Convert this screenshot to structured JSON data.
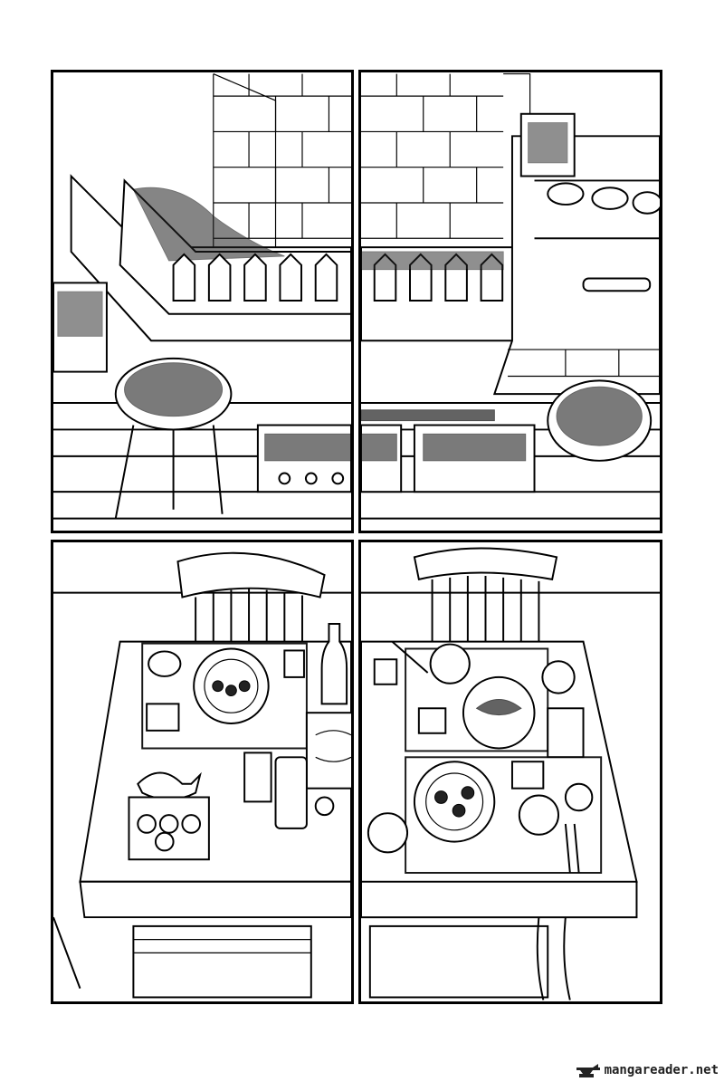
{
  "page": {
    "panels": [
      {
        "id": "panel-1",
        "scene": "garden-left"
      },
      {
        "id": "panel-2",
        "scene": "garden-right"
      },
      {
        "id": "panel-3",
        "scene": "dining-table-left"
      },
      {
        "id": "panel-4",
        "scene": "dining-table-right"
      }
    ]
  },
  "watermark": {
    "text": "mangareader.net",
    "icon": "anvil-logo-icon"
  }
}
